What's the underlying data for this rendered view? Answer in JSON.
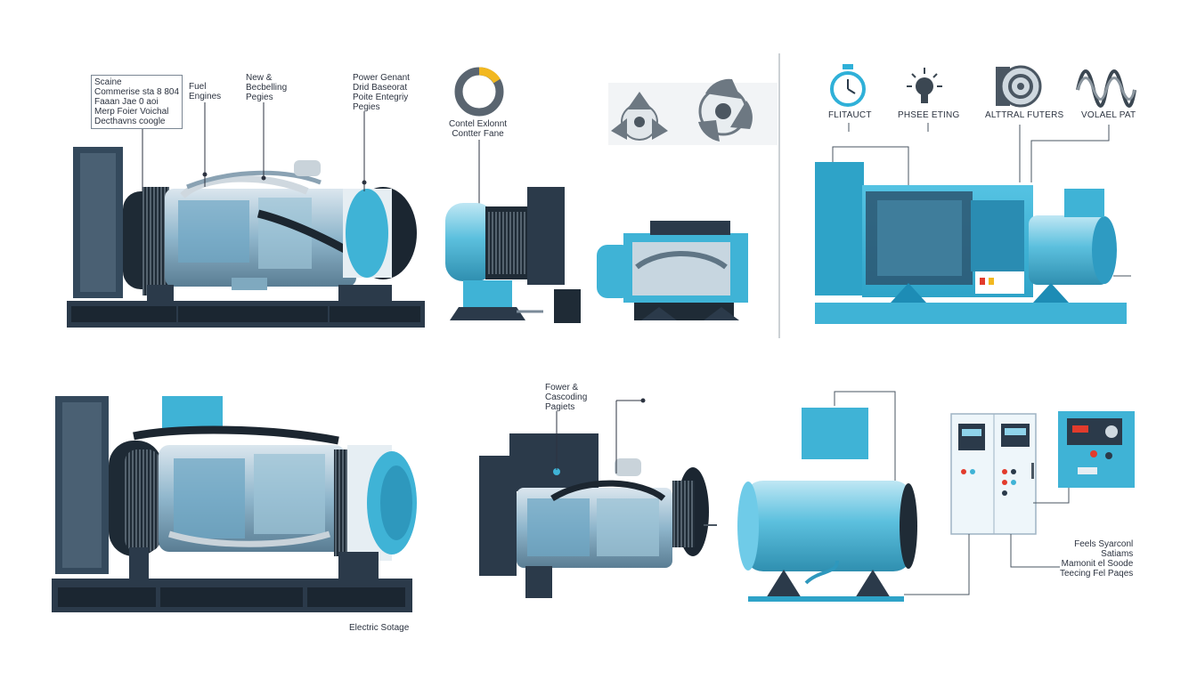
{
  "labels": {
    "top_left_box": "Scaine\nCommerise sta 8 804\nFaaan Jae 0 aoi\nMerp Foier Voichal\nDecthavns coogle",
    "fuel_engines": "Fuel\nEngines",
    "new_engines": "New &\nBecbelling\nPegies",
    "power_generant": "Power Genant\nDrid Baseorat\nPoite Entegriy\nPegies",
    "control_panel": "Contel Exlonnt\nContter Fane",
    "icon_flitauct": "FLITAUCT",
    "icon_phase": "PHSEE ETING",
    "icon_alternal": "ALTTRAL FUTERS",
    "icon_voltage": "VOLAEL PAT",
    "power_cascading": "Fower &\nCascoding\nPagiets",
    "electric_voltage": "Electric Sotage",
    "fuel_system": "Feels Syarconl\nSatiams\nMamonit el Soode\nTeecing Fel Paqes"
  },
  "colors": {
    "accent_cyan": "#3fb3d6",
    "light_cyan": "#7fd1ea",
    "dark_frame": "#2b3a4a",
    "steel": "#9fb4c4",
    "gauge_yellow": "#f2b820"
  },
  "icons": [
    "stopwatch-icon",
    "beacon-icon",
    "coil-icon",
    "waveform-icon"
  ]
}
